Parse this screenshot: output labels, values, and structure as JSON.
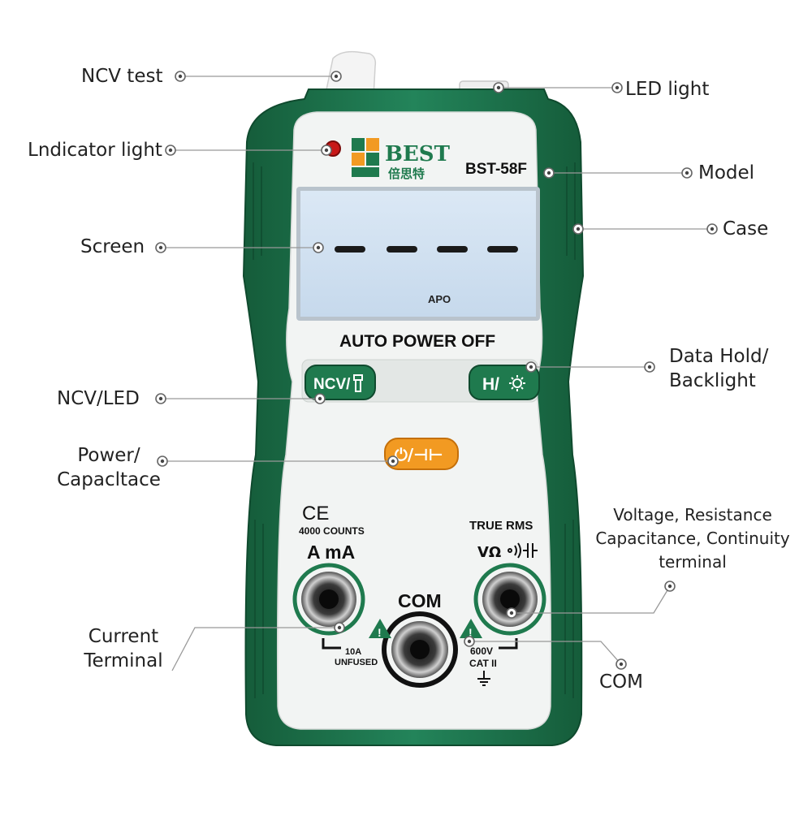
{
  "callouts": {
    "ncv_test": "NCV test",
    "indicator_light": "Lndicator light",
    "screen": "Screen",
    "ncv_led": "NCV/LED",
    "power_line1": "Power/",
    "power_line2": "Capacltace",
    "current_line1": "Current",
    "current_line2": "Terminal",
    "led_light": "LED light",
    "model": "Model",
    "case": "Case",
    "data_hold_line1": "Data Hold/",
    "data_hold_line2": "Backlight",
    "voltage_line1": "Voltage,  Resistance",
    "voltage_line2": "Capacitance,  Continuity",
    "voltage_line3": "terminal",
    "com": "COM"
  },
  "device": {
    "brand": "BEST",
    "brand_chinese": "倍思特",
    "model": "BST-58F",
    "screen_segments": "– – – –",
    "screen_indicator": "APO",
    "auto_power_off": "AUTO POWER OFF",
    "ncv_button": "NCV/",
    "hold_button": "H/",
    "power_button": "⏻/⊣⊢",
    "ce_mark": "CE",
    "counts": "4000 COUNTS",
    "true_rms": "TRUE RMS",
    "a_ma": "A mA",
    "v_ohm": "VΩ",
    "com": "COM",
    "fuse_line1": "10A",
    "fuse_line2": "UNFUSED",
    "cat_line1": "600V",
    "cat_line2": "CAT II"
  },
  "colors": {
    "case_green": "#1f7a4e",
    "face_white": "#f2f4f3",
    "screen_blue": "#cfe0f0",
    "power_orange": "#f29a22"
  }
}
